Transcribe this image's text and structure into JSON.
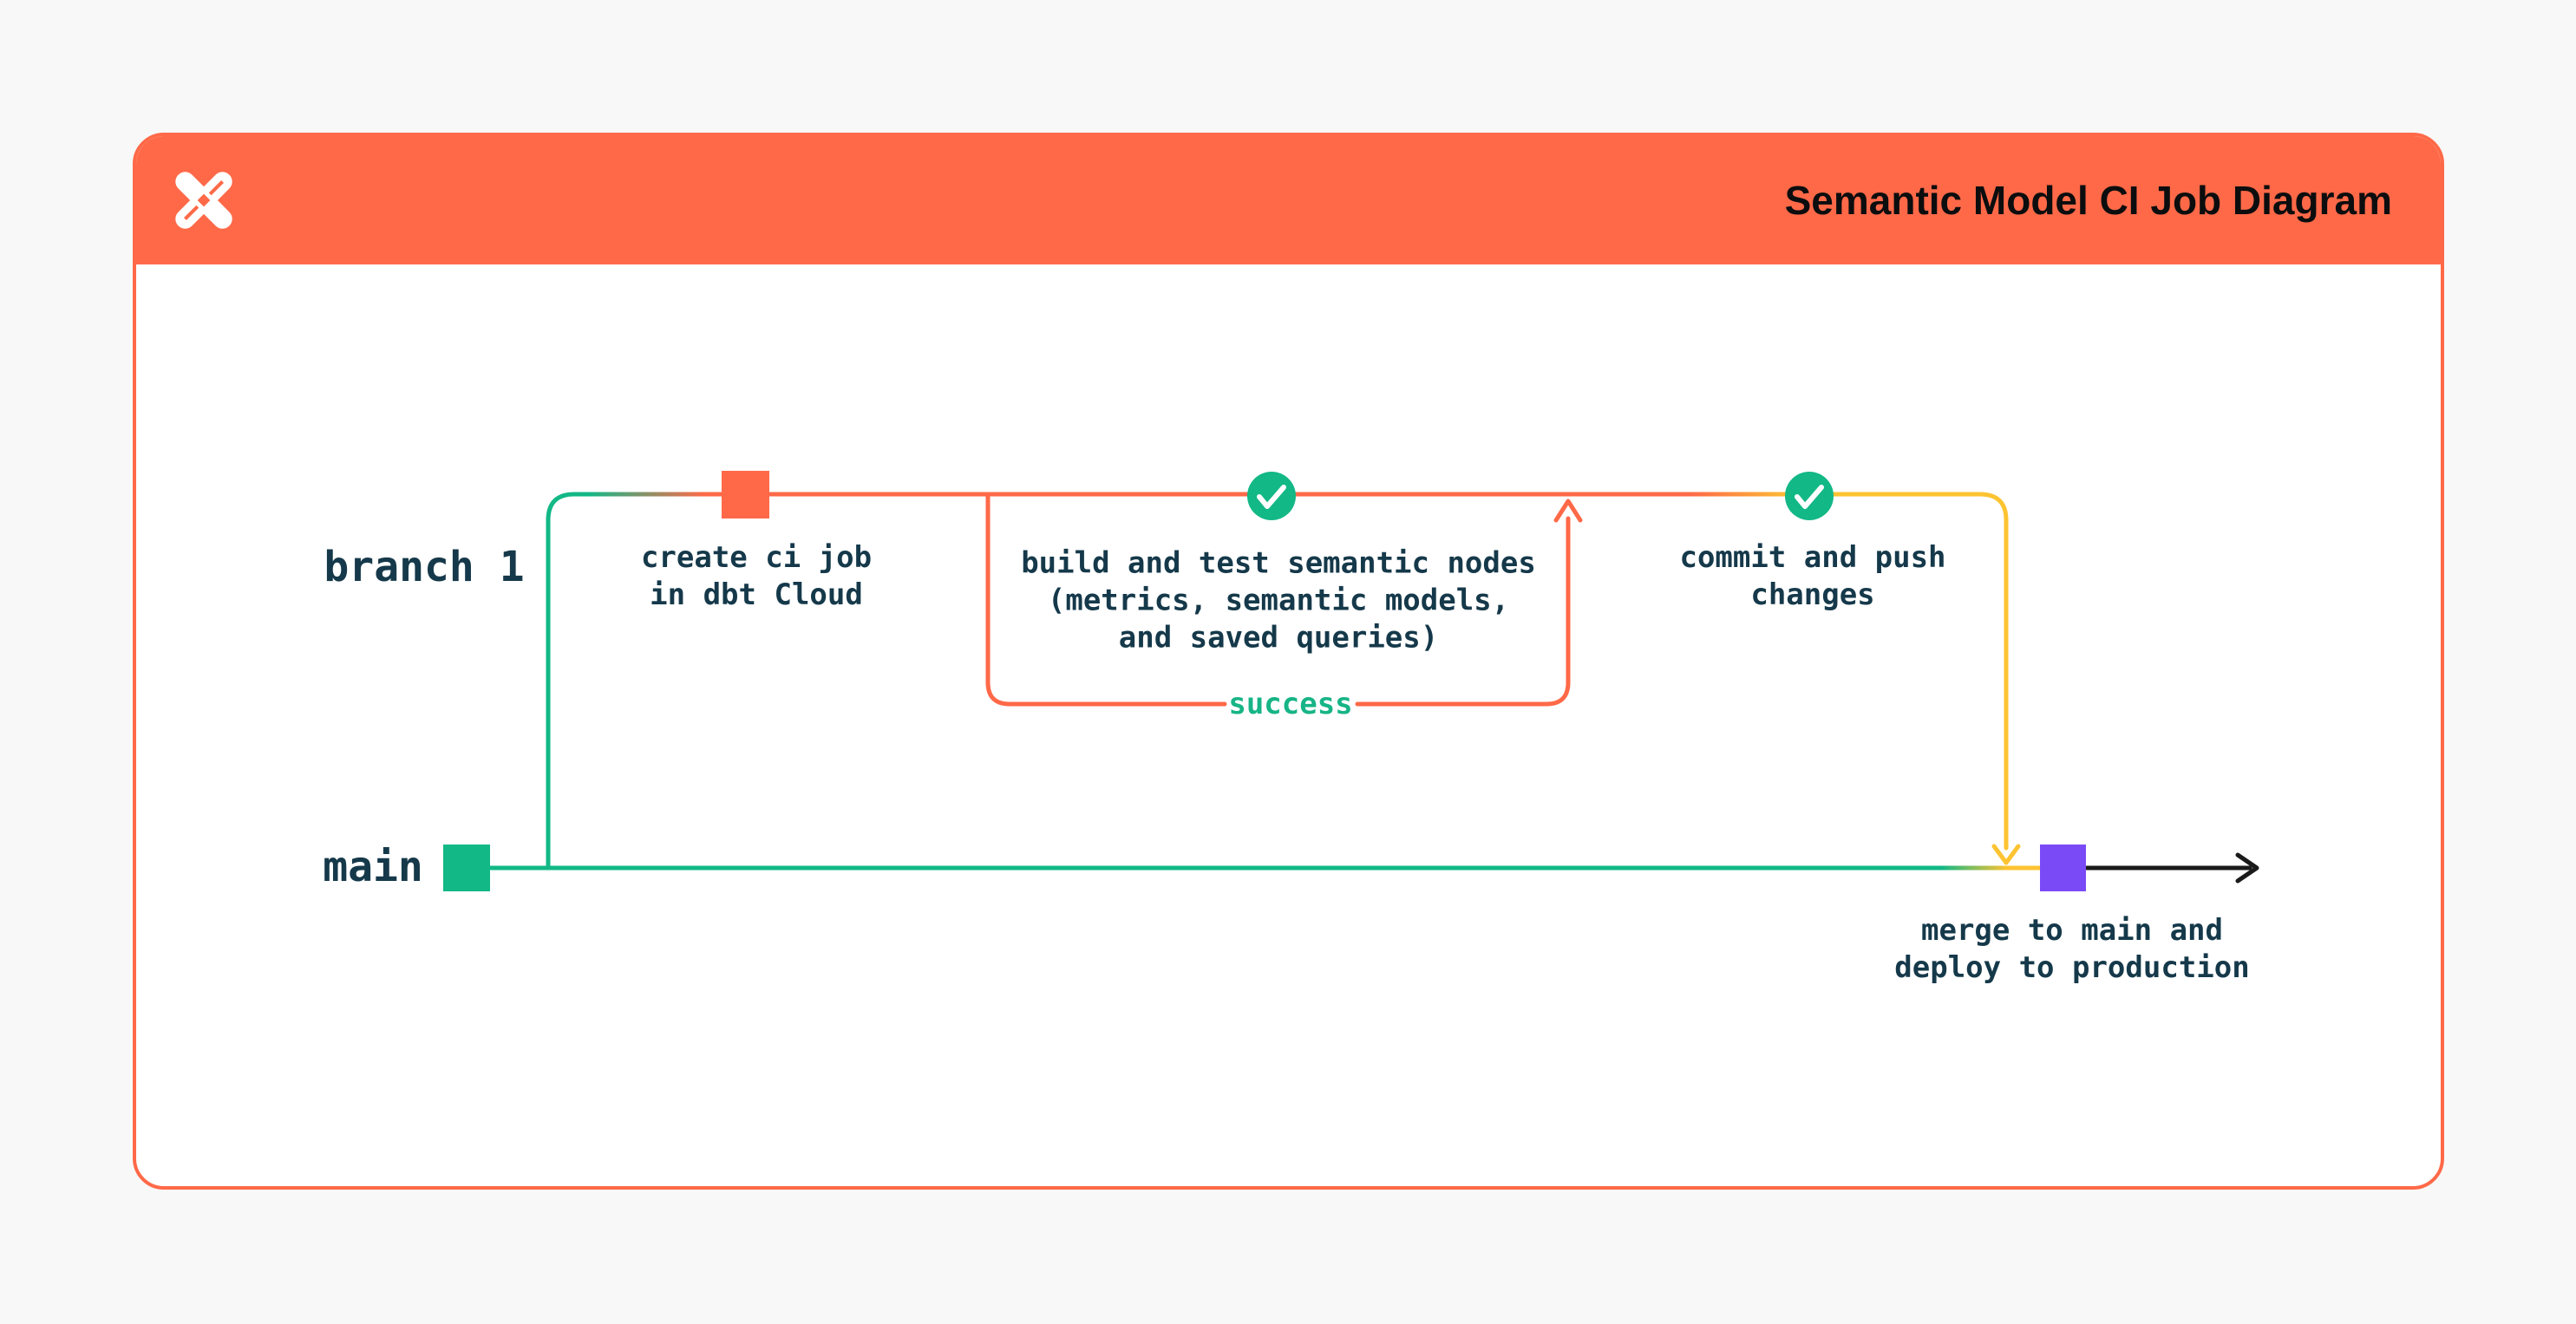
{
  "header": {
    "logo": "dbt-logo",
    "title": "Semantic Model CI Job Diagram"
  },
  "colors": {
    "page_background": "#f8f8f8",
    "card_background": "#ffffff",
    "header_orange": "#ff6948",
    "accent_orange": "#ff6948",
    "teal_green": "#12b886",
    "yellow": "#fdc331",
    "purple": "#7b4af7",
    "arrow_black": "#1a1a1a",
    "text_dark": "#15394a",
    "success_green": "#16b486",
    "check_icon_bg": "#12b886",
    "check_icon_mark": "#ffffff"
  },
  "diagram": {
    "branch_label": "branch 1",
    "main_label": "main",
    "create_node": {
      "lines": [
        "create ci job",
        "in dbt Cloud"
      ]
    },
    "build_node": {
      "lines": [
        "build and test semantic nodes",
        "(metrics, semantic models,",
        "and saved queries)"
      ]
    },
    "success_label": "success",
    "commit_node": {
      "lines": [
        "commit and push",
        "changes"
      ]
    },
    "merge_node": {
      "lines": [
        "merge to main and",
        "deploy to production"
      ]
    }
  }
}
